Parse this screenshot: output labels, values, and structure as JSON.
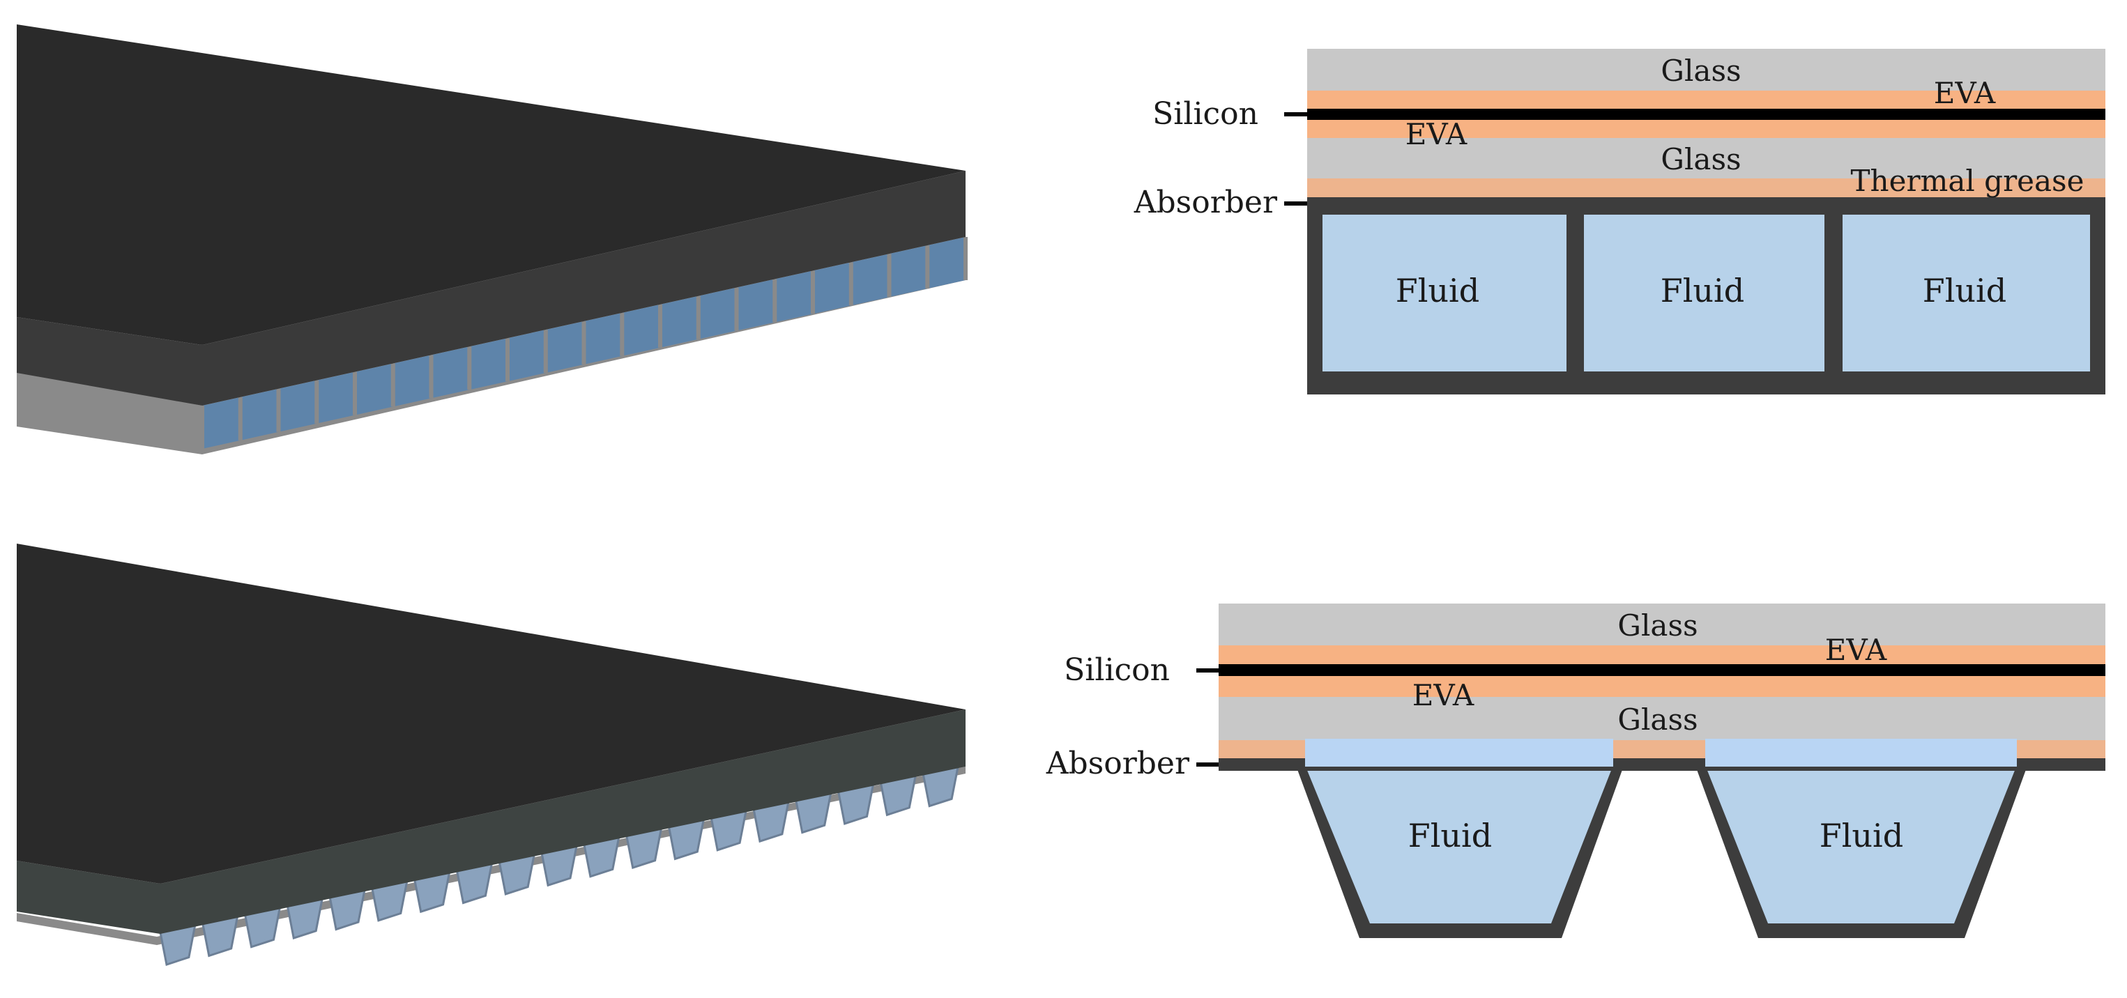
{
  "colors": {
    "glass": "#c8c8c8",
    "eva": "#f7b283",
    "silicon": "#000000",
    "grease": "#eeb48d",
    "absorber": "#3d3d3d",
    "fluid": "#b7d2ea",
    "fluid_top": "#b9d5f4",
    "panel_top": "#2a2a2a",
    "panel_side": "#3a3a3a",
    "panel_side_green": "#3e4442",
    "backplate": "#8a8a8a",
    "channel": "#5e84aa"
  },
  "top_diagram": {
    "labels": {
      "glass_upper": "Glass",
      "eva_upper": "EVA",
      "silicon": "Silicon",
      "eva_lower": "EVA",
      "glass_lower": "Glass",
      "thermal_grease": "Thermal grease",
      "absorber": "Absorber"
    },
    "fluid_labels": [
      "Fluid",
      "Fluid",
      "Fluid"
    ]
  },
  "bottom_diagram": {
    "labels": {
      "glass_upper": "Glass",
      "eva_upper": "EVA",
      "silicon": "Silicon",
      "eva_lower": "EVA",
      "glass_lower": "Glass",
      "absorber": "Absorber"
    },
    "fluid_labels": [
      "Fluid",
      "Fluid"
    ]
  }
}
